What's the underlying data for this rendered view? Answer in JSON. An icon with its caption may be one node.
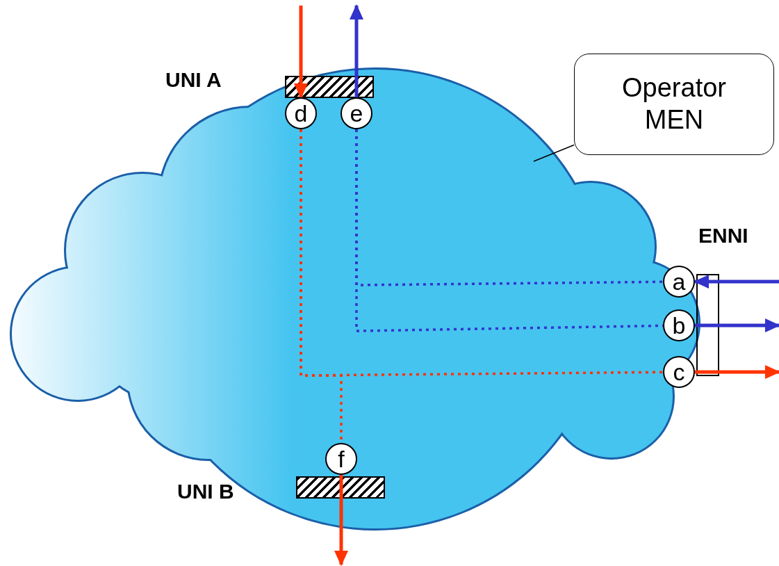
{
  "diagram": {
    "nodes": [
      {
        "text": [],
        "shape": "cloud"
      },
      {
        "text": [],
        "shape": "bar",
        "beside": [
          "UNI A"
        ],
        "in": 0
      },
      {
        "text": [
          "d"
        ],
        "in": 0
      },
      {
        "text": [
          "e"
        ],
        "in": 0
      },
      {
        "text": [
          "Operator MEN"
        ]
      },
      {
        "text": [
          "ENNI"
        ]
      },
      {
        "text": [
          "a"
        ]
      },
      {
        "text": [
          "b"
        ]
      },
      {
        "text": [
          "c"
        ]
      },
      {
        "text": [
          "f"
        ],
        "in": 0
      },
      {
        "text": [],
        "shape": "bar",
        "beside": [
          "UNI B"
        ],
        "in": 0
      }
    ],
    "edges": [
      {
        "from": null,
        "to": 2,
        "arrow": "to",
        "color": "#ff3300"
      },
      {
        "from": 3,
        "to": null,
        "arrow": "to",
        "color": "#3333cc"
      },
      {
        "from": null,
        "to": 6,
        "arrow": "to",
        "color": "#3333cc"
      },
      {
        "from": 7,
        "to": null,
        "arrow": "to",
        "color": "#3333cc"
      },
      {
        "from": 8,
        "to": null,
        "arrow": "to",
        "color": "#ff3300"
      },
      {
        "from": 9,
        "to": null,
        "arrow": "to",
        "color": "#ff3300"
      },
      {
        "from": 2,
        "to": 8,
        "arrow": "none",
        "style": "dashed",
        "color": "#ff3300"
      },
      {
        "from": 2,
        "to": 9,
        "arrow": "none",
        "style": "dashed",
        "color": "#ff3300"
      },
      {
        "from": 3,
        "to": 6,
        "arrow": "none",
        "style": "dashed",
        "color": "#3333cc"
      },
      {
        "from": 3,
        "to": 7,
        "arrow": "none",
        "style": "dashed",
        "color": "#3333cc"
      },
      {
        "from": 4,
        "to": 0,
        "arrow": "none",
        "color": "#000000"
      }
    ]
  }
}
